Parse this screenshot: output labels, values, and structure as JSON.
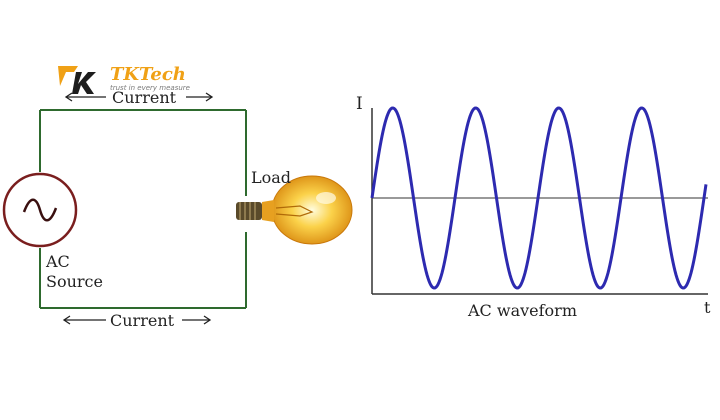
{
  "logo": {
    "name": "TKTech",
    "tagline": "trust in every measure",
    "brand_color": "#f0a116",
    "mark_color": "#1d1d1d"
  },
  "circuit": {
    "top_label": "Current",
    "bottom_label": "Current",
    "source_label": [
      "AC",
      "Source"
    ],
    "load_label": "Load",
    "wire_color": "#2e6a2e",
    "source_color": "#7a1e1e",
    "icons": [
      "ac-source-icon",
      "light-bulb-icon",
      "double-arrow-icon"
    ]
  },
  "waveform": {
    "title": "AC waveform",
    "y_axis_label": "I",
    "x_axis_label": "t",
    "curve_color": "#2d2ab0",
    "cycles": 4
  }
}
